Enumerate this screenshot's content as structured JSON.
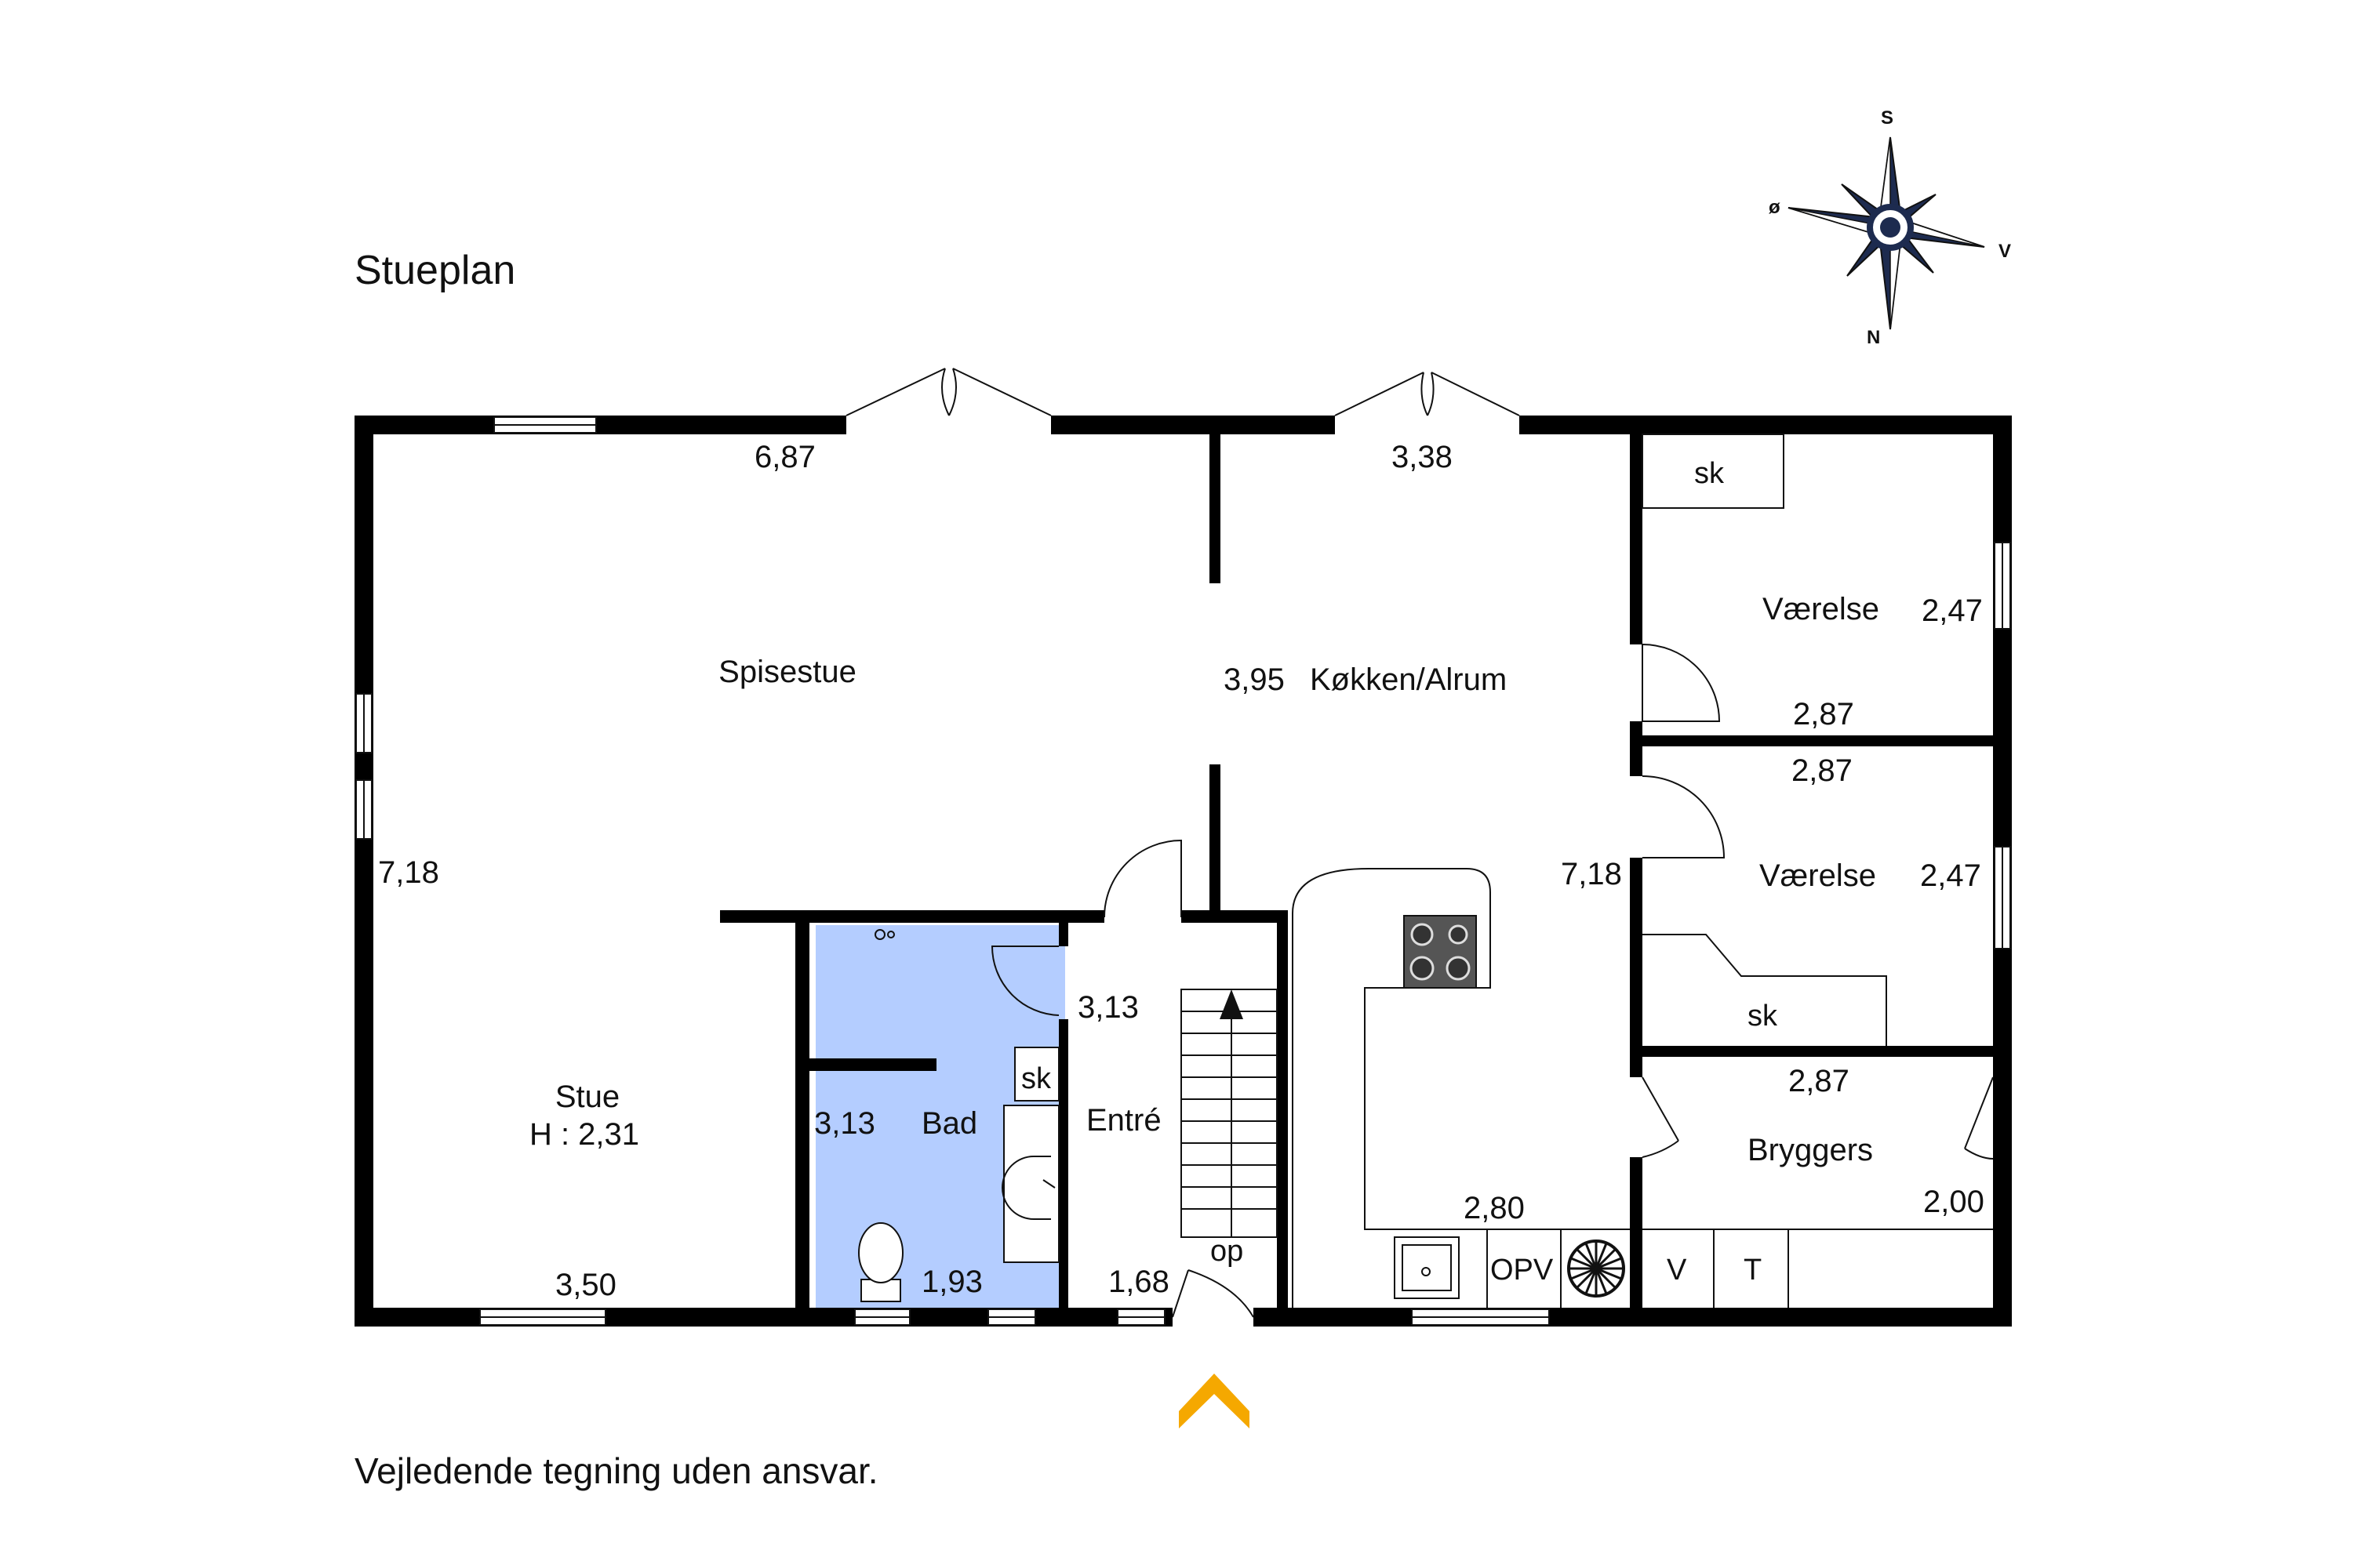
{
  "title": "Stueplan",
  "footer": "Vejledende tegning uden ansvar.",
  "compass": {
    "top": "S",
    "right": "V",
    "bottom": "N",
    "left": "ø"
  },
  "rooms": {
    "spisestue": "Spisestue",
    "koekken": "Køkken/Alrum",
    "vaerelse1": "Værelse",
    "vaerelse2": "Værelse",
    "stue": "Stue",
    "stue_height": "H : 2,31",
    "bad": "Bad",
    "entre": "Entré",
    "bryggers": "Bryggers"
  },
  "fixtures": {
    "sk_top": "sk",
    "sk_bath": "sk",
    "sk_room2": "sk",
    "stairs": "op",
    "opv": "OPV",
    "v": "V",
    "t": "T"
  },
  "dimensions": {
    "spisestue_width": "6,87",
    "koekken_width": "3,38",
    "koekken_depth_label": "3,95",
    "stue_left": "7,18",
    "koekken_right": "7,18",
    "vaerelse1_depth": "2,47",
    "vaerelse1_width": "2,87",
    "vaerelse2_width": "2,87",
    "vaerelse2_depth": "2,47",
    "bryggers_width": "2,87",
    "bryggers_depth": "2,00",
    "entre_depth": "3,13",
    "bad_depth": "3,13",
    "bad_width": "1,93",
    "entre_width": "1,68",
    "stue_width": "3,50",
    "koekken_bottom": "2,80"
  },
  "colors": {
    "wall": "#000000",
    "bathroom": "#b4cdff",
    "entrance_arrow": "#f5a800",
    "compass": "#1d2b4f"
  }
}
